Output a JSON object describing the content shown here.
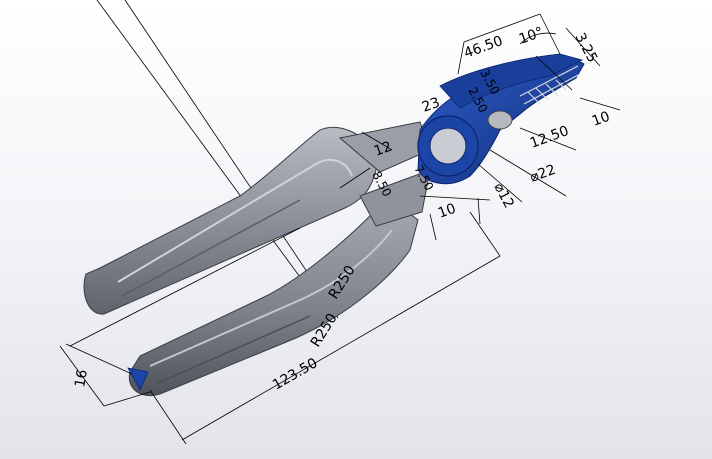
{
  "colors": {
    "background_top": "#ffffff",
    "background_bottom": "#e2e4ea",
    "handle_grey": "#8c909a",
    "handle_dark": "#5f636c",
    "grip_light": "#b4b7be",
    "head_blue": "#1c45a8",
    "dimension_line": "#000000"
  },
  "dimensions": {
    "d_46_50": "46.50",
    "d_10_deg": "10°",
    "d_3_25": "3.25",
    "d_3_50": "3.50",
    "d_2_50": "2.50",
    "d_23": "23",
    "d_12_50": "12.50",
    "d_10_right": "10",
    "d_dia_22": "⌀22",
    "d_dia_12": "⌀12",
    "d_12": "12",
    "d_8_50": "8.50",
    "d_7_50": "7.50",
    "d_10_lower": "10",
    "d_r250_a": "R250",
    "d_r250_b": "R250",
    "d_16": "16",
    "d_123_50": "123.50"
  }
}
